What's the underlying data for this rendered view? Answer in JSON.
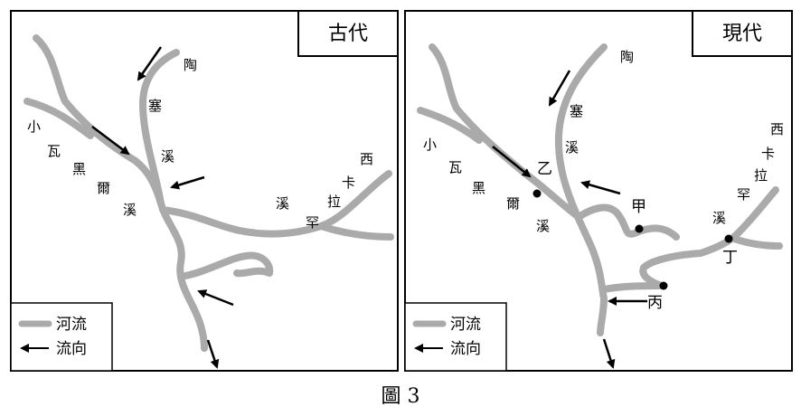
{
  "caption": "圖 3",
  "legend": {
    "river": "河流",
    "flow": "流向"
  },
  "panels": [
    {
      "title": "古代",
      "names": {
        "tao": "陶",
        "sai": "塞",
        "xi1": "溪",
        "xiao": "小",
        "wa": "瓦",
        "hei": "黑",
        "er": "爾",
        "xi2": "溪",
        "xi3": "溪",
        "han": "罕",
        "la": "拉",
        "ka": "卡",
        "xi4": "西"
      }
    },
    {
      "title": "現代",
      "names": {
        "tao": "陶",
        "sai": "塞",
        "xi1": "溪",
        "xiao": "小",
        "wa": "瓦",
        "hei": "黑",
        "er": "爾",
        "xi2": "溪",
        "xi3": "溪",
        "han": "罕",
        "la": "拉",
        "ka": "卡",
        "xi4": "西"
      },
      "points": {
        "jia": "甲",
        "yi": "乙",
        "bing": "丙",
        "ding": "丁"
      }
    }
  ]
}
